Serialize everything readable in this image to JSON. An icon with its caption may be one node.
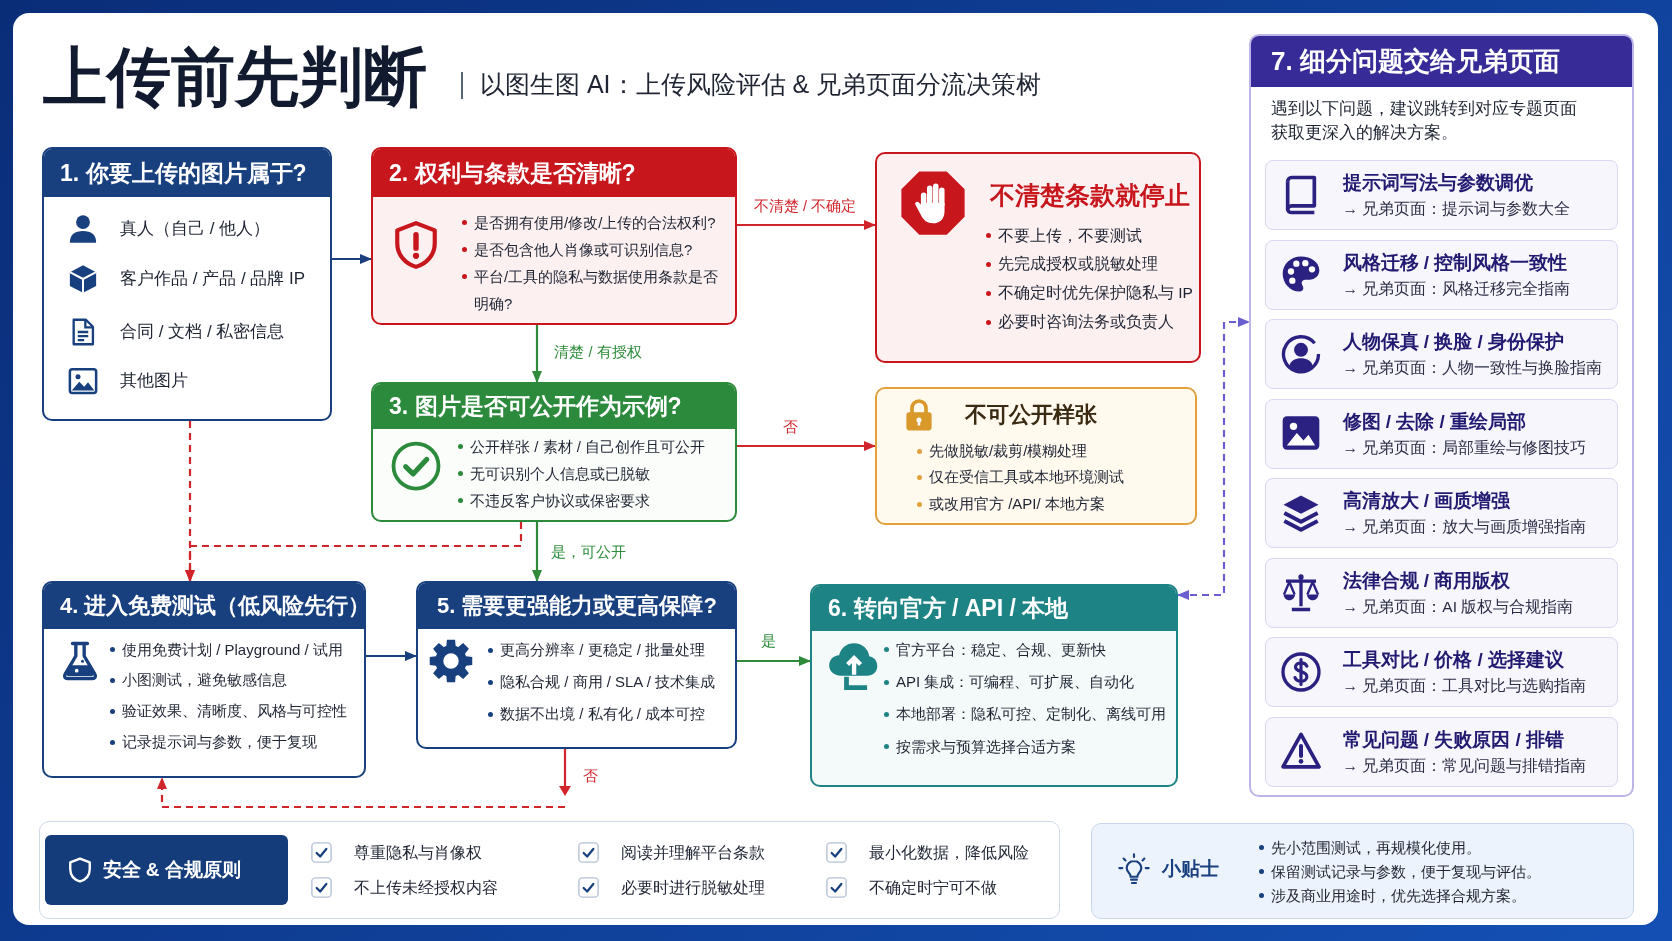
{
  "diagram": {
    "title": "上传前先判断",
    "nodes": [
      {
        "text": [
          "1. 你要上传的图片属于?",
          "真人（自己 / 他人）",
          "客户作品 / 产品 / 品牌 IP",
          "合同 / 文档 / 私密信息",
          "其他图片"
        ]
      },
      {
        "text": [
          "2. 权利与条款是否清晰?",
          "是否拥有使用/修改/上传的合法权利?",
          "是否包含他人肖像或可识别信息?",
          "平台/工具的隐私与数据使用条款是否明确?"
        ]
      },
      {
        "text": [
          "不清楚条款就停止",
          "不要上传，不要测试",
          "先完成授权或脱敏处理",
          "不确定时优先保护隐私与 IP",
          "必要时咨询法务或负责人"
        ]
      },
      {
        "text": [
          "3. 图片是否可公开作为示例?",
          "公开样张 / 素材 / 自己创作且可公开",
          "无可识别个人信息或已脱敏",
          "不违反客户协议或保密要求"
        ]
      },
      {
        "text": [
          "不可公开样张",
          "先做脱敏/裁剪/模糊处理",
          "仅在受信工具或本地环境测试",
          "或改用官方 /API/ 本地方案"
        ]
      },
      {
        "text": [
          "4. 进入免费测试（低风险先行）",
          "使用免费计划 / Playground / 试用",
          "小图测试，避免敏感信息",
          "验证效果、清晰度、风格与可控性",
          "记录提示词与参数，便于复现"
        ]
      },
      {
        "text": [
          "5. 需要更强能力或更高保障?",
          "更高分辨率 / 更稳定 / 批量处理",
          "隐私合规 / 商用 / SLA / 技术集成",
          "数据不出境 / 私有化 / 成本可控"
        ]
      },
      {
        "text": [
          "6. 转向官方 / API / 本地",
          "官方平台：稳定、合规、更新快",
          "API 集成：可编程、可扩展、自动化",
          "本地部署：隐私可控、定制化、离线可用",
          "按需求与预算选择合适方案"
        ]
      },
      {
        "text": [
          "7. 细分问题交给兄弟页面",
          "遇到以下问题，建议跳转到对应专题页面获取更深入的解决方案。"
        ]
      },
      {
        "text": [
          "提示词写法与参数调优",
          "→ 兄弟页面：提示词与参数大全"
        ],
        "in": 8
      },
      {
        "text": [
          "风格迁移 / 控制风格一致性",
          "→ 兄弟页面：风格迁移完全指南"
        ],
        "in": 8
      },
      {
        "text": [
          "人物保真 / 换脸 / 身份保护",
          "→ 兄弟页面：人物一致性与换脸指南"
        ],
        "in": 8
      },
      {
        "text": [
          "修图 / 去除 / 重绘局部",
          "→ 兄弟页面：局部重绘与修图技巧"
        ],
        "in": 8
      },
      {
        "text": [
          "高清放大 / 画质增强",
          "→ 兄弟页面：放大与画质增强指南"
        ],
        "in": 8
      },
      {
        "text": [
          "法律合规 / 商用版权",
          "→ 兄弟页面：AI 版权与合规指南"
        ],
        "in": 8
      },
      {
        "text": [
          "工具对比 / 价格 / 选择建议",
          "→ 兄弟页面：工具对比与选购指南"
        ],
        "in": 8
      },
      {
        "text": [
          "常见问题 / 失败原因 / 排错",
          "→ 兄弟页面：常见问题与排错指南"
        ],
        "in": 8
      },
      {
        "text": [
          "尊重隐私与肖像权",
          "阅读并理解平台条款",
          "最小化数据，降低风险",
          "不上传未经授权内容",
          "必要时进行脱敏处理",
          "不确定时宁可不做"
        ]
      },
      {
        "text": [
          "安全 & 合规原则"
        ],
        "in": 17
      },
      {
        "text": [
          "小贴士",
          "先小范围测试，再规模化使用。",
          "保留测试记录与参数，便于复现与评估。",
          "涉及商业用途时，优先选择合规方案。"
        ]
      }
    ],
    "edges": [
      {
        "from": 0,
        "to": 1,
        "arrow": "to",
        "color": "#1a3f7d"
      },
      {
        "from": 1,
        "to": 2,
        "arrow": "to",
        "label": "不清楚 / 不确定"
      },
      {
        "from": 1,
        "to": 3,
        "arrow": "to",
        "label": "清楚 / 有授权",
        "color": "#2e8b3a"
      },
      {
        "from": 3,
        "to": 4,
        "arrow": "to",
        "label": "否"
      },
      {
        "from": 3,
        "to": 6,
        "arrow": "to",
        "label": "是，可公开",
        "color": "#2e8b3a"
      },
      {
        "from": 0,
        "to": 5,
        "arrow": "to",
        "style": "dashed"
      },
      {
        "from": 3,
        "to": 5,
        "arrow": "to",
        "style": "dashed"
      },
      {
        "from": 5,
        "to": 6,
        "arrow": "to",
        "color": "#1a3f7d"
      },
      {
        "from": 6,
        "to": 7,
        "arrow": "to",
        "label": "是",
        "color": "#2e8b3a"
      },
      {
        "from": 6,
        "to": 5,
        "arrow": "to",
        "label": "否",
        "style": "dashed"
      },
      {
        "from": 7,
        "to": 8,
        "arrow": "both",
        "style": "dashed",
        "color": "#6a5fd0"
      }
    ],
    "labels": [
      "以图生图 AI：上传风险评估 & 兄弟页面分流决策树"
    ]
  }
}
